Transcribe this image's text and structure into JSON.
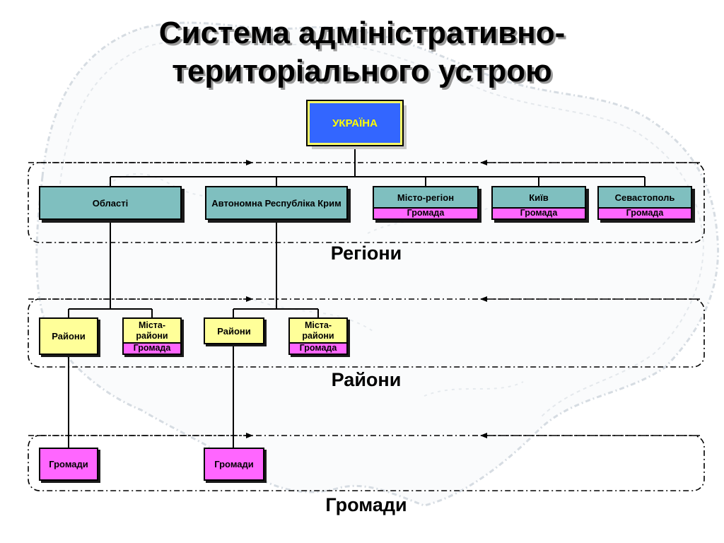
{
  "title": {
    "line1": "Система адміністративно-",
    "line2": "територіального устрою"
  },
  "root": {
    "label": "УКРАЇНА"
  },
  "regions": {
    "level_label": "Регіони",
    "items": [
      {
        "label": "Області"
      },
      {
        "label": "Автономна Республіка Крим"
      },
      {
        "label": "Місто-регіон",
        "sub": "Громада"
      },
      {
        "label": "Київ",
        "sub": "Громада"
      },
      {
        "label": "Севастополь",
        "sub": "Громада"
      }
    ]
  },
  "districts": {
    "level_label": "Райони",
    "items": [
      {
        "label": "Райони"
      },
      {
        "label": "Міста-райони",
        "sub": "Громада"
      },
      {
        "label": "Райони"
      },
      {
        "label": "Міста-райони",
        "sub": "Громада"
      }
    ]
  },
  "communities": {
    "level_label": "Громади",
    "items": [
      {
        "label": "Громади"
      },
      {
        "label": "Громади"
      }
    ]
  },
  "colors": {
    "root_fill": "#3366ff",
    "root_text": "#ffff00",
    "region_fill": "#7fbfbf",
    "district_fill": "#ffff99",
    "community_fill": "#ff66ff"
  }
}
